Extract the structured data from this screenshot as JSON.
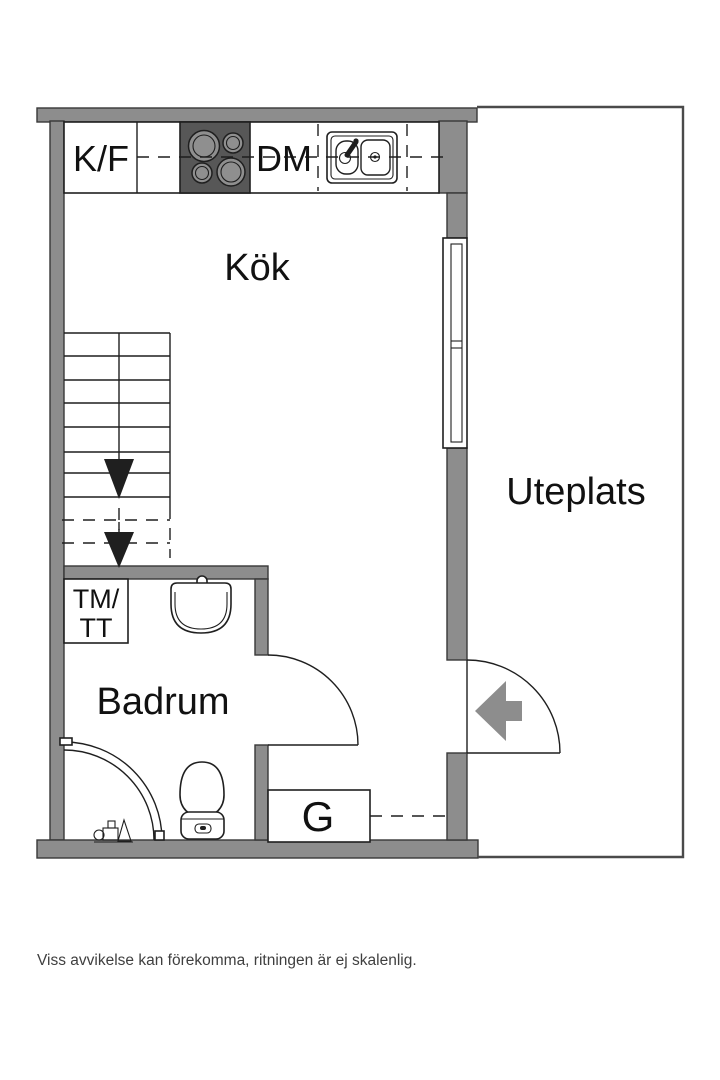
{
  "plan": {
    "rooms": {
      "kitchen": "Kök",
      "bathroom": "Badrum",
      "patio": "Uteplats"
    },
    "fixtures": {
      "fridge_freezer": "K/F",
      "dishwasher": "DM",
      "washer_dryer_line1": "TM/",
      "washer_dryer_line2": "TT",
      "wardrobe": "G"
    },
    "icons": [
      "stove-icon",
      "sink-icon",
      "window",
      "stairs",
      "stairs-down-arrow-icon",
      "washbasin-icon",
      "toilet-icon",
      "shower-screen",
      "shower-mixer-icon",
      "entry-arrow-icon",
      "door-swing"
    ]
  },
  "disclaimer": "Viss avvikelse kan förekomma, ritningen är ej skalenlig.",
  "colors": {
    "background": "#ffffff",
    "wall": "#8d8d8d",
    "outline": "#383838",
    "fixture_line": "#1f1f1f",
    "stove": "#575757",
    "burner": "#8f8f8f",
    "arrow": "#8d8d8d",
    "patio_line": "#4a4a4a",
    "text": "#111111",
    "disclaimer_text": "#3f3f3f"
  }
}
